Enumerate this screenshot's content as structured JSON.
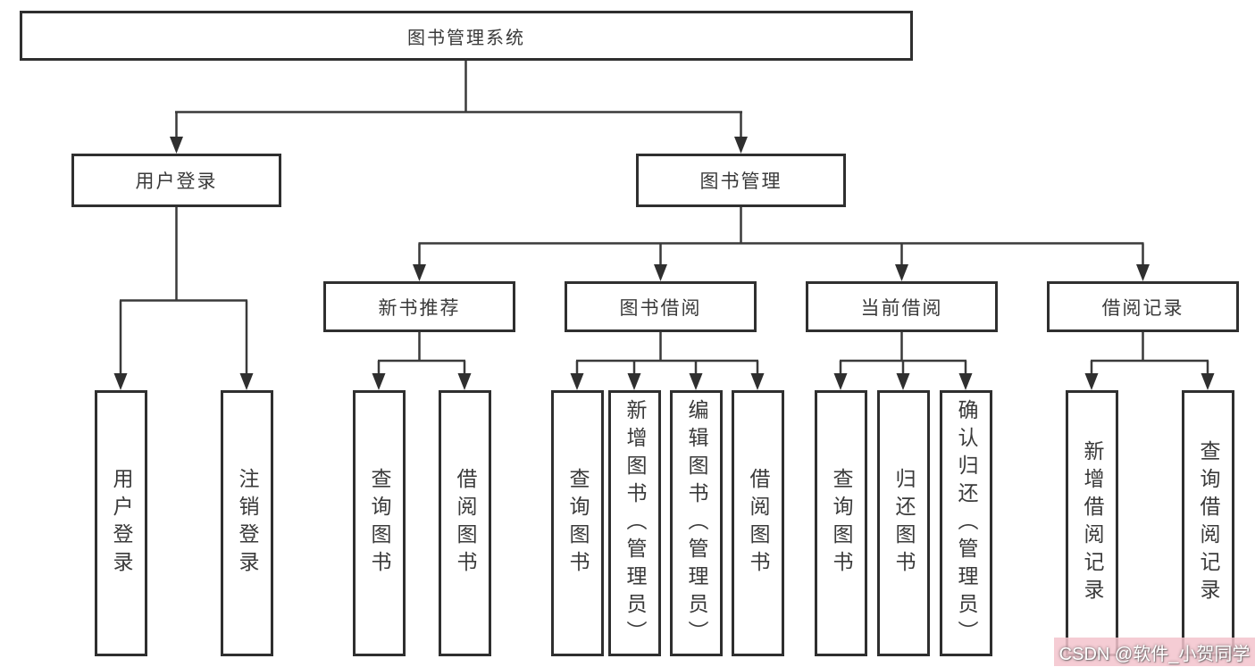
{
  "tree": {
    "root": "图书管理系统",
    "branches": [
      {
        "label": "用户登录",
        "children": [
          "用户登录",
          "注销登录"
        ]
      },
      {
        "label": "图书管理",
        "groups": [
          {
            "label": "新书推荐",
            "children": [
              "查询图书",
              "借阅图书"
            ]
          },
          {
            "label": "图书借阅",
            "children": [
              "查询图书",
              "新增图书（管理员）",
              "编辑图书（管理员）",
              "借阅图书"
            ]
          },
          {
            "label": "当前借阅",
            "children": [
              "查询图书",
              "归还图书",
              "确认归还（管理员）"
            ]
          },
          {
            "label": "借阅记录",
            "children": [
              "新增借阅记录",
              "查询借阅记录"
            ]
          }
        ]
      }
    ]
  },
  "colors": {
    "line": "#3a3a3a",
    "box_border": "#2f2f2f",
    "text": "#3a3a3a",
    "watermark_bg": "#f3c3cd",
    "watermark_text": "#ffffff"
  },
  "watermark": {
    "text": "CSDN @软件_小贺同学"
  }
}
